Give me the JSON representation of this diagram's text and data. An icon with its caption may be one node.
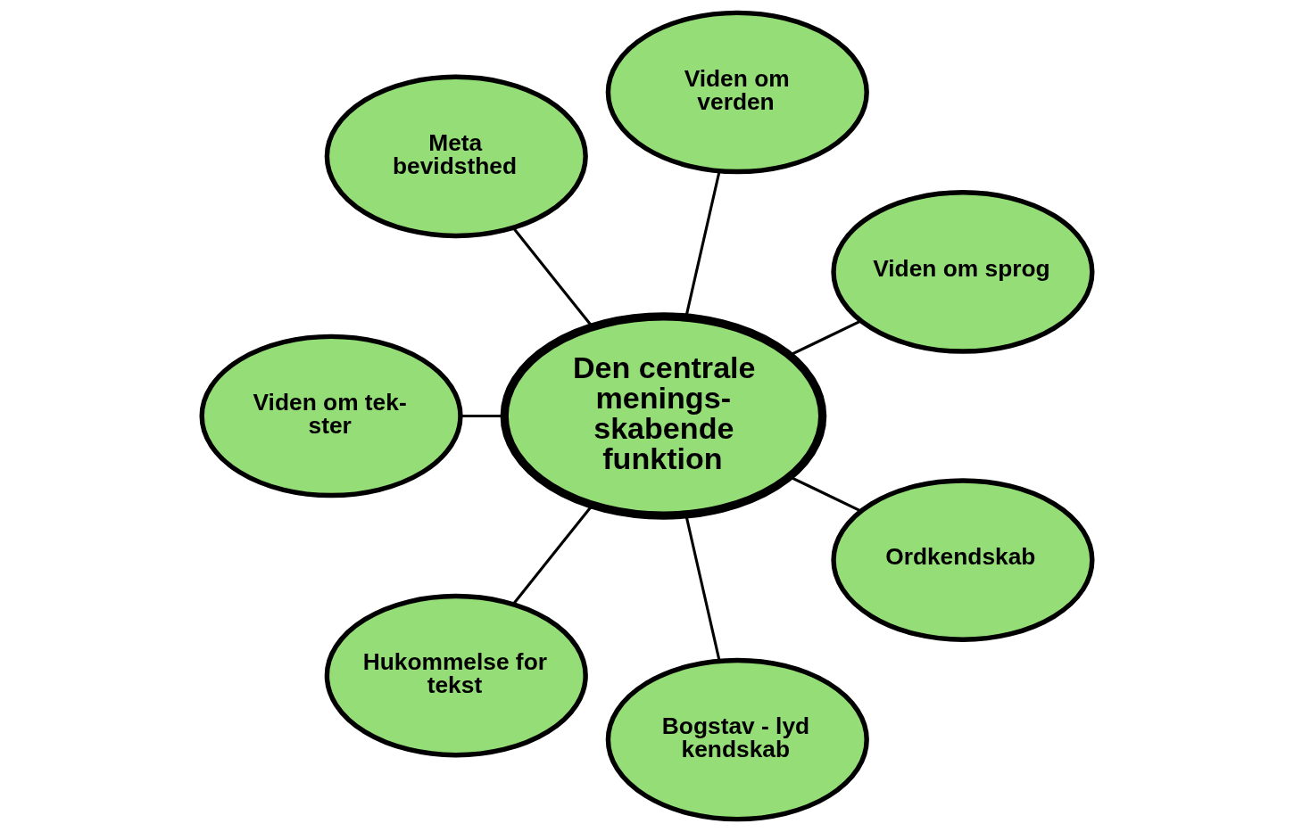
{
  "diagram": {
    "nodes": [
      {
        "text": [
          "Den centrale menings- skabende funktion"
        ]
      },
      {
        "text": [
          "Viden om sprog"
        ]
      },
      {
        "text": [
          "Viden om verden"
        ]
      },
      {
        "text": [
          "Meta bevidsthed"
        ]
      },
      {
        "text": [
          "Viden om tek- ster"
        ]
      },
      {
        "text": [
          "Hukommelse for tekst"
        ]
      },
      {
        "text": [
          "Bogstav - lyd kendskab"
        ]
      },
      {
        "text": [
          "Ordkendskab"
        ]
      }
    ],
    "edges": [
      {
        "from": 0,
        "to": 1,
        "arrow": "none"
      },
      {
        "from": 0,
        "to": 2,
        "arrow": "none"
      },
      {
        "from": 0,
        "to": 3,
        "arrow": "none"
      },
      {
        "from": 0,
        "to": 4,
        "arrow": "none"
      },
      {
        "from": 0,
        "to": 5,
        "arrow": "none"
      },
      {
        "from": 0,
        "to": 6,
        "arrow": "none"
      },
      {
        "from": 0,
        "to": 7,
        "arrow": "none"
      }
    ]
  }
}
